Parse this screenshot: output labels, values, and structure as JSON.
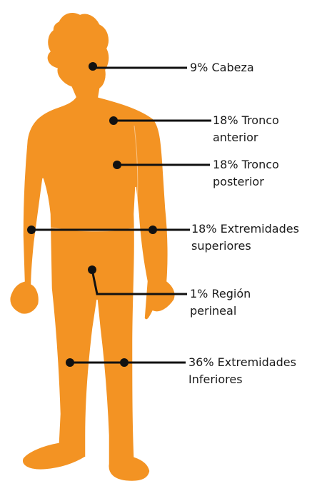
{
  "colors": {
    "figure_fill": "#F39323",
    "figure_outline": "#FFFFFF",
    "leader_line": "#111111",
    "text": "#1A1A1A"
  },
  "labels": {
    "cabeza": {
      "line1": "9% Cabeza"
    },
    "tronco_anterior": {
      "line1": "18% Tronco",
      "line2": "anterior"
    },
    "tronco_posterior": {
      "line1": "18% Tronco",
      "line2": "posterior"
    },
    "extremidades_superiores": {
      "line1": "18% Extremidades",
      "line2": "superiores"
    },
    "region_perineal": {
      "line1": "1% Región",
      "line2": "perineal"
    },
    "extremidades_inferiores": {
      "line1": "36% Extremidades",
      "line2": "Inferiores"
    }
  }
}
